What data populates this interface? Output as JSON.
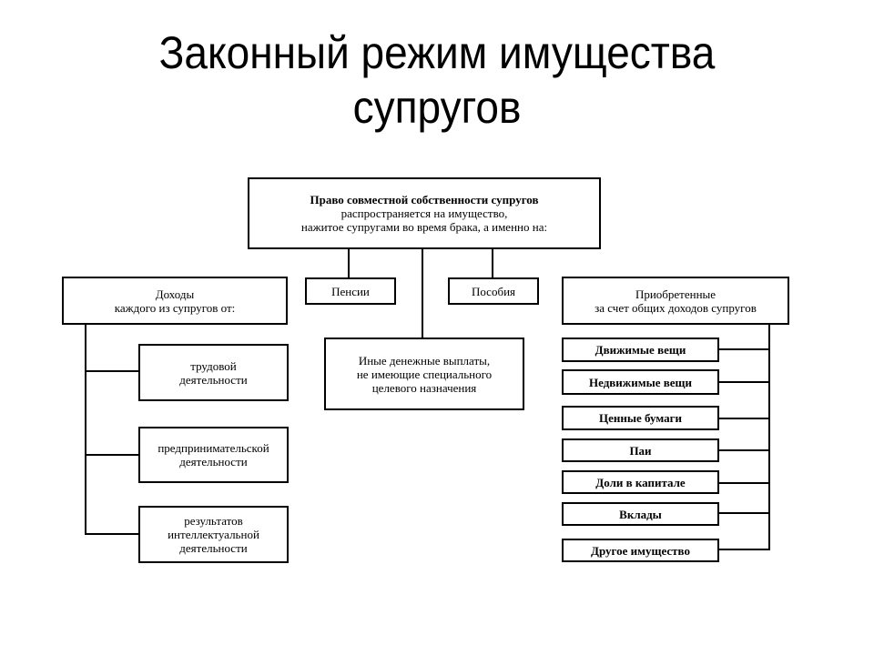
{
  "slide": {
    "title_line1": "Законный режим имущества",
    "title_line2": "супругов"
  },
  "diagram": {
    "root": {
      "line1": "Право совместной собственности супругов",
      "line2": "распространяется на имущество,",
      "line3": "нажитое супругами во время брака, а именно на:"
    },
    "income": {
      "line1": "Доходы",
      "line2": "каждого из супругов от:",
      "items": [
        {
          "line1": "трудовой",
          "line2": "деятельности"
        },
        {
          "line1": "предпринимательской",
          "line2": "деятельности"
        },
        {
          "line1": "результатов",
          "line2": "интеллектуальной",
          "line3": "деятельности"
        }
      ]
    },
    "pensions": "Пенсии",
    "benefits": "Пособия",
    "other_payments": {
      "line1": "Иные денежные выплаты,",
      "line2": "не имеющие специального",
      "line3": "целевого назначения"
    },
    "acquired": {
      "line1": "Приобретенные",
      "line2": "за счет общих доходов супругов",
      "items": [
        "Движимые вещи",
        "Недвижимые вещи",
        "Ценные бумаги",
        "Паи",
        "Доли в капитале",
        "Вклады",
        "Другое имущество"
      ]
    }
  }
}
